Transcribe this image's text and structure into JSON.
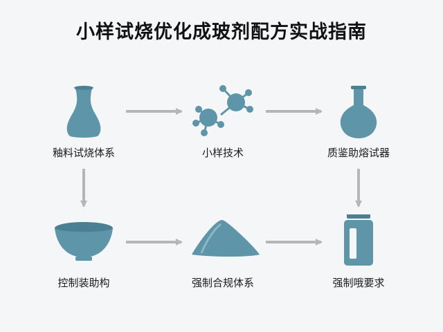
{
  "title": "小样试烧优化成玻剂配方实战指南",
  "colors": {
    "icon": "#5f95a9",
    "icon_dark": "#4b7f93",
    "arrow": "#b4b6b8",
    "text": "#1a1a1a",
    "background": "#f5f6f7"
  },
  "nodes": [
    {
      "id": "n1",
      "label": "釉料试烧体系",
      "icon": "vase-icon"
    },
    {
      "id": "n2",
      "label": "小样技术",
      "icon": "molecule-icon"
    },
    {
      "id": "n3",
      "label": "质鉴助熔试器",
      "icon": "flask-icon"
    },
    {
      "id": "n4",
      "label": "控制装助构",
      "icon": "bowl-icon"
    },
    {
      "id": "n5",
      "label": "强制合规体系",
      "icon": "powder-pile-icon"
    },
    {
      "id": "n6",
      "label": "强制哦要求",
      "icon": "jar-icon"
    }
  ],
  "edges": [
    {
      "from": "n1",
      "to": "n2"
    },
    {
      "from": "n2",
      "to": "n3"
    },
    {
      "from": "n1",
      "to": "n4"
    },
    {
      "from": "n3",
      "to": "n6"
    },
    {
      "from": "n4",
      "to": "n5"
    },
    {
      "from": "n5",
      "to": "n6"
    }
  ]
}
